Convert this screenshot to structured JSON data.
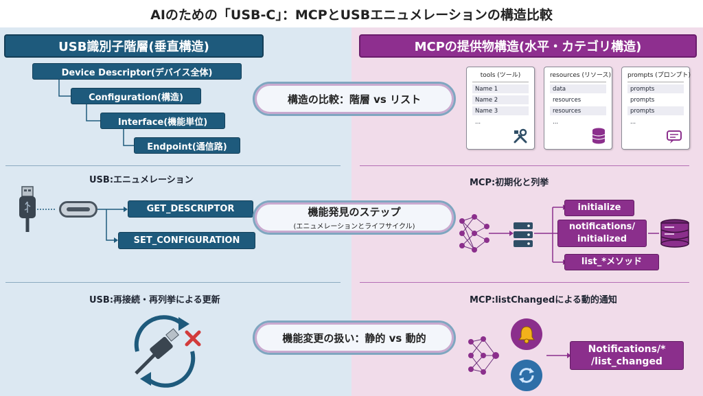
{
  "title": "AIのための「USB-C」：MCPとUSBエニュメレーションの構造比較",
  "left_header": "USB識別子階層(垂直構造)",
  "right_header": "MCPの提供物構造(水平・カテゴリ構造)",
  "hierarchy": [
    "Device Descriptor(デバイス全体)",
    "Configuration(構造)",
    "Interface(機能単位)",
    "Endpoint(通信路)"
  ],
  "pill1": "構造の比較：階層 vs リスト",
  "cards": [
    {
      "title": "tools (ツール)",
      "rows": [
        "Name 1",
        "Name 2",
        "Name 3",
        "..."
      ],
      "icon": "tools-icon"
    },
    {
      "title": "resources (リソース)",
      "rows": [
        "data",
        "resources",
        "resources",
        "..."
      ],
      "icon": "database-icon"
    },
    {
      "title": "prompts (プロンプト)",
      "rows": [
        "prompts",
        "prompts",
        "prompts",
        "..."
      ],
      "icon": "chat-bubble-icon"
    }
  ],
  "usb_enum_label": "USB:エニュメレーション",
  "usb_enum_steps": [
    "GET_DESCRIPTOR",
    "SET_CONFIGURATION"
  ],
  "mcp_init_label": "MCP:初期化と列挙",
  "mcp_init_steps": [
    "initialize",
    "notifications/\ninitialized",
    "list_*メソッド"
  ],
  "pill2": "機能発見のステップ",
  "pill2_sub": "(エニュメレーションとライフサイクル)",
  "usb_update_label": "USB:再接続・再列挙による更新",
  "mcp_update_label": "MCP:listChangedによる動的通知",
  "pill3": "機能変更の扱い：静的 vs 動的",
  "mcp_notify": "Notifications/*\n/list_changed",
  "colors": {
    "navy": "#1e5a7c",
    "plum": "#8b2f8c",
    "left_bg": "#dce8f2",
    "right_bg": "#f1dcea"
  }
}
